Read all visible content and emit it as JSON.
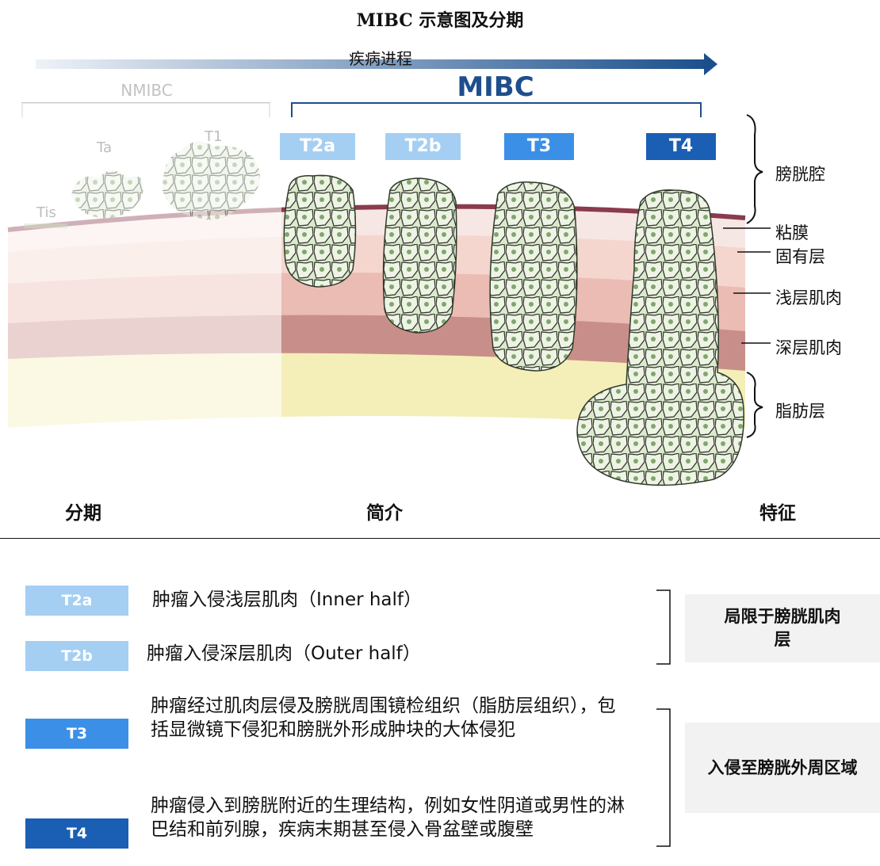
{
  "title": "MIBC 示意图及分期",
  "progress_label": "疾病进程",
  "groups": {
    "nmibc": "NMIBC",
    "mibc": "MIBC"
  },
  "nmibc_stages": [
    "Tis",
    "Ta",
    "T1"
  ],
  "stages": [
    {
      "label": "T2a",
      "color": "#a4cff2"
    },
    {
      "label": "T2b",
      "color": "#a4cff2"
    },
    {
      "label": "T3",
      "color": "#3c8fe6"
    },
    {
      "label": "T4",
      "color": "#1a5fb4"
    }
  ],
  "layers": [
    "膀胱腔",
    "粘膜",
    "固有层",
    "浅层肌肉",
    "深层肌肉",
    "脂肪层"
  ],
  "columns": {
    "stage": "分期",
    "intro": "简介",
    "feature": "特征"
  },
  "rows": [
    {
      "stage": "T2a",
      "text": "肿瘤入侵浅层肌肉（Inner half）"
    },
    {
      "stage": "T2b",
      "text": "肿瘤入侵深层肌肉（Outer half）"
    },
    {
      "stage": "T3",
      "text": "肿瘤经过肌肉层侵及膀胱周围镜检组织（脂肪层组织），包括显微镜下侵犯和膀胱外形成肿块的大体侵犯"
    },
    {
      "stage": "T4",
      "text": "肿瘤侵入到膀胱附近的生理结构，例如女性阴道或男性的淋巴结和前列腺，疾病末期甚至侵入骨盆壁或腹壁"
    }
  ],
  "features": {
    "confined": "局限于膀胱肌肉层",
    "invasion": "入侵至膀胱外周区域"
  }
}
